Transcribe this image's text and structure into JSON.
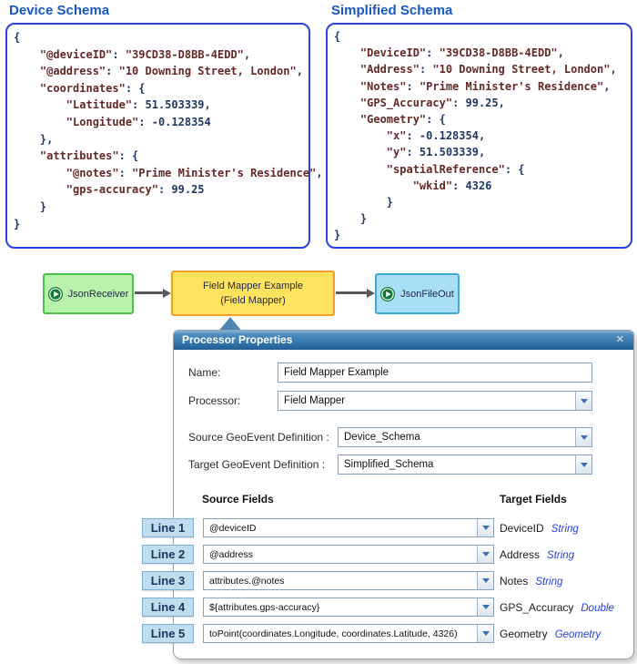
{
  "device_schema": {
    "title": "Device Schema",
    "code_lines": [
      "{",
      "    \"@deviceID\": \"39CD38-D8BB-4EDD\",",
      "    \"@address\": \"10 Downing Street, London\",",
      "    \"coordinates\": {",
      "        \"Latitude\": 51.503339,",
      "        \"Longitude\": -0.128354",
      "    },",
      "    \"attributes\": {",
      "        \"@notes\": \"Prime Minister's Residence\",",
      "        \"gps-accuracy\": 99.25",
      "    }",
      "}"
    ]
  },
  "simplified_schema": {
    "title": "Simplified Schema",
    "code_lines": [
      "{",
      "    \"DeviceID\": \"39CD38-D8BB-4EDD\",",
      "    \"Address\": \"10 Downing Street, London\",",
      "    \"Notes\": \"Prime Minister's Residence\",",
      "    \"GPS_Accuracy\": 99.25,",
      "    \"Geometry\": {",
      "        \"x\": -0.128354,",
      "        \"y\": 51.503339,",
      "        \"spatialReference\": {",
      "            \"wkid\": 4326",
      "        }",
      "    }",
      "}"
    ]
  },
  "flow": {
    "input_node_label": "JsonReceiver",
    "processor_node_title": "Field Mapper Example",
    "processor_node_subtitle": "(Field Mapper)",
    "output_node_label": "JsonFileOut"
  },
  "dialog": {
    "title": "Processor Properties",
    "form": {
      "name_label": "Name:",
      "name_value": "Field Mapper Example",
      "processor_label": "Processor:",
      "processor_value": "Field Mapper",
      "source_definition_label": "Source GeoEvent Definition :",
      "source_definition_value": "Device_Schema",
      "target_definition_label": "Target GeoEvent Definition :",
      "target_definition_value": "Simplified_Schema"
    },
    "columns": {
      "source_header": "Source Fields",
      "target_header": "Target Fields"
    },
    "mappings": [
      {
        "line_label": "Line 1",
        "source_field": "@deviceID",
        "target_field": "DeviceID",
        "target_type": "String"
      },
      {
        "line_label": "Line 2",
        "source_field": "@address",
        "target_field": "Address",
        "target_type": "String"
      },
      {
        "line_label": "Line 3",
        "source_field": "attributes.@notes",
        "target_field": "Notes",
        "target_type": "String"
      },
      {
        "line_label": "Line 4",
        "source_field": "${attributes.gps-accuracy}",
        "target_field": "GPS_Accuracy",
        "target_type": "Double"
      },
      {
        "line_label": "Line 5",
        "source_field": "toPoint(coordinates.Longitude, coordinates.Latitude, 4326)",
        "target_field": "Geometry",
        "target_type": "Geometry"
      }
    ]
  },
  "icons": {
    "play_icon": "▶",
    "close_icon": "✕",
    "dropdown_icon": "▼"
  },
  "colors": {
    "schema_title_blue": "#1857C4",
    "schema_border_blue": "#2743D8",
    "code_string_maroon": "#652826",
    "code_punct_navy": "#1F3864",
    "node_green_bg": "#B9F3AB",
    "node_green_border": "#4CC44C",
    "node_yellow_bg": "#FFE25E",
    "node_yellow_border": "#F2A02C",
    "node_blue_bg": "#A9DFF6",
    "node_blue_border": "#3FA9DC",
    "dialog_header_top": "#5E9AC8",
    "dialog_header_bottom": "#1F5E92",
    "line_badge_bg": "#BFDDEF",
    "line_badge_border": "#7FB0D3",
    "target_type_blue": "#2540DE",
    "arrow_gray": "#595959",
    "play_icon_green": "#0F7A34"
  }
}
